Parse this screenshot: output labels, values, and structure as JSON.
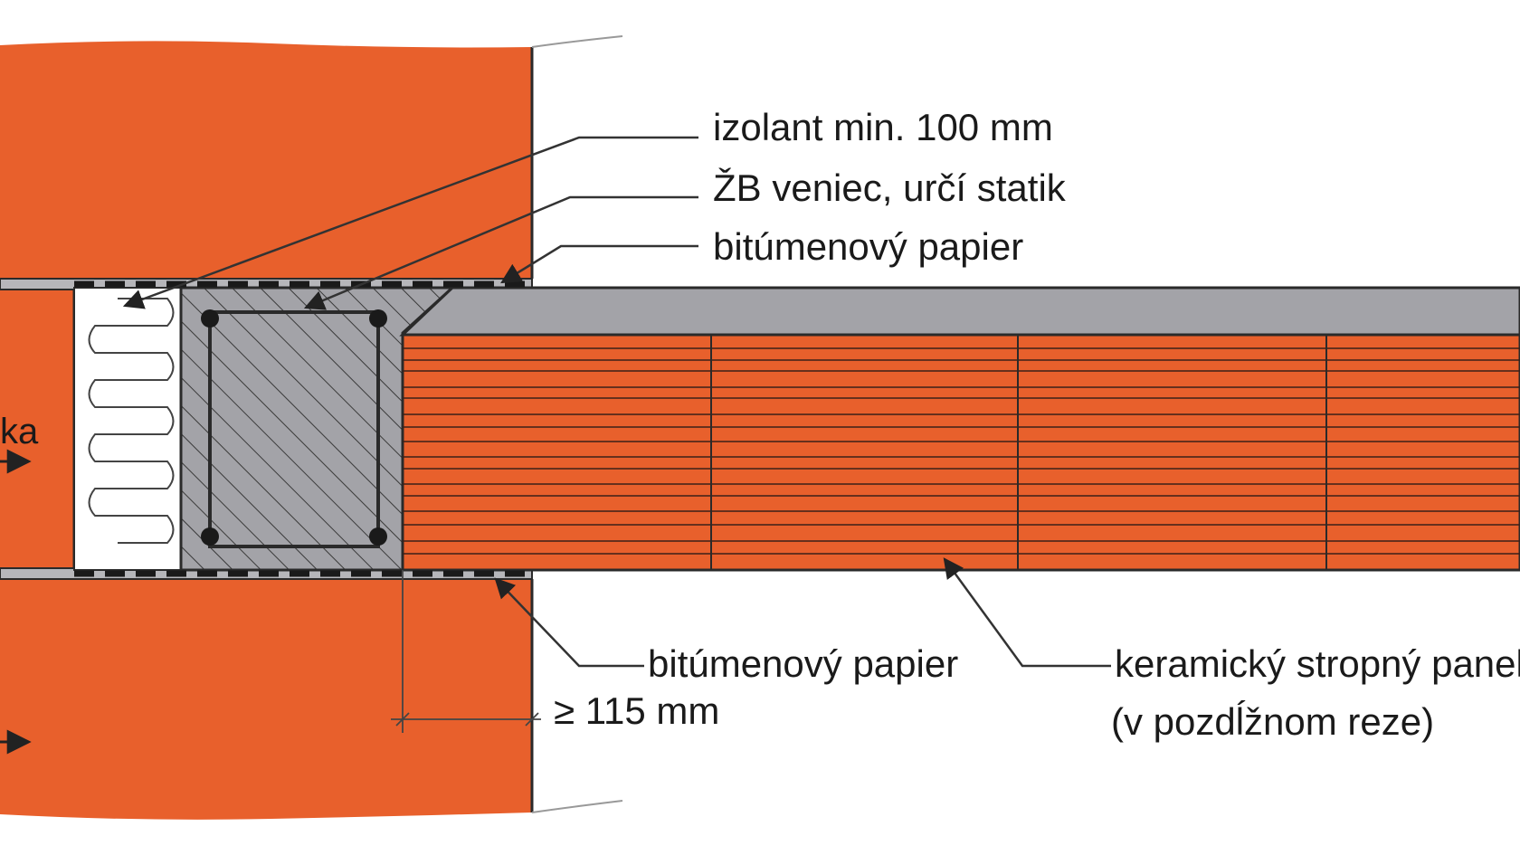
{
  "labels": {
    "insulation": "izolant min. 100 mm",
    "ring_beam": "ŽB veniec, určí statik",
    "bitumen_top": "bitúmenový papier",
    "bitumen_bottom": "bitúmenový papier",
    "panel_line1": "keramický stropný panel",
    "panel_line2": "(v pozdĺžnom reze)",
    "dimension": "≥ 115 mm",
    "wall_fragment": "ka"
  },
  "colors": {
    "brick": "#e8602c",
    "concrete": "#a3a3a8",
    "outline": "#2a2a2a",
    "white": "#ffffff",
    "line": "#333333"
  }
}
